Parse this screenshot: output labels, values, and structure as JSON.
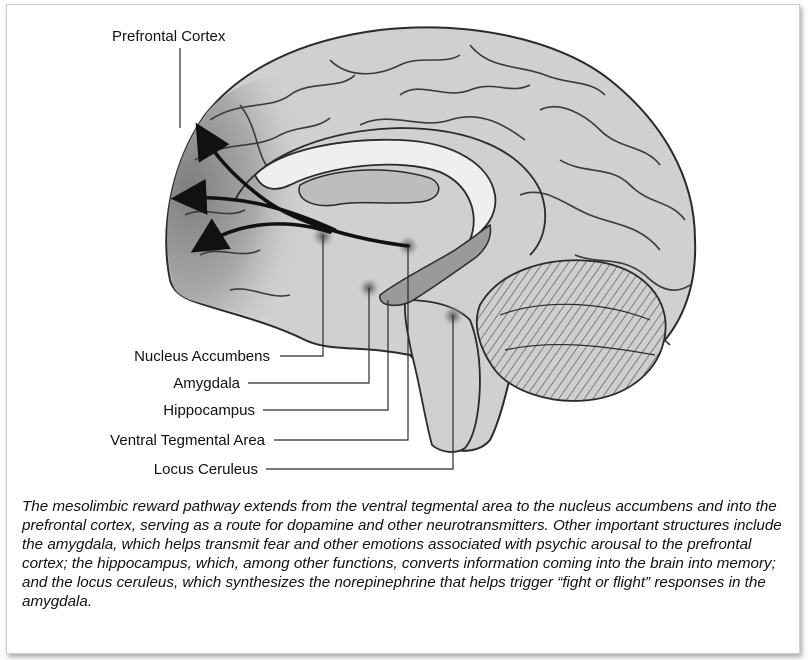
{
  "labels": {
    "prefrontal_cortex": "Prefrontal Cortex",
    "nucleus_accumbens": "Nucleus Accumbens",
    "amygdala": "Amygdala",
    "hippocampus": "Hippocampus",
    "ventral_tegmental_area": "Ventral Tegmental Area",
    "locus_ceruleus": "Locus Ceruleus"
  },
  "caption": "The mesolimbic reward pathway extends from the ventral tegmental area to the nucleus accumbens and into the prefrontal cortex, serving as a route for dopamine and other neurotransmitters. Other important structures include the amygdala, which helps transmit fear and other emotions associated with psychic arousal to the prefrontal cortex; the hippocampus, which, among other functions, converts information coming into the brain into memory; and the locus ceruleus, which synthesizes the norepinephrine that helps trigger “fight or flight” responses in the amygdala.",
  "colors": {
    "brain_fill": "#d0d0d0",
    "outline": "#2a2a2a",
    "prefrontal_shade": "#8f8f8f",
    "pathway": "#111111",
    "hippocampus_fill": "#9a9a9a",
    "corpus_callosum": "#efefef"
  }
}
